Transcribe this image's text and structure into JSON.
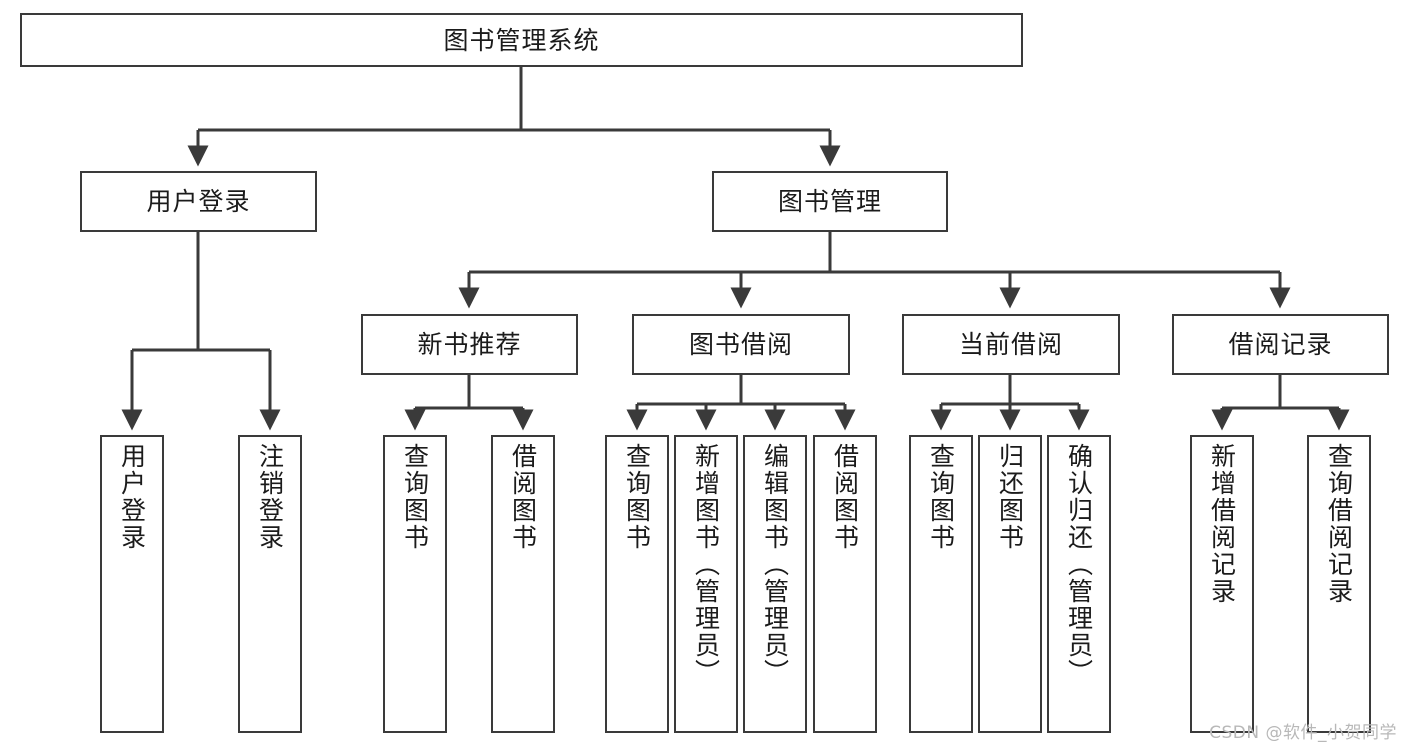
{
  "diagram": {
    "title": "图书管理系统",
    "type": "tree-hierarchy-diagram",
    "root": {
      "id": "root",
      "label": "图书管理系统"
    },
    "level2": [
      {
        "id": "user-login",
        "label": "用户登录"
      },
      {
        "id": "book-manage",
        "label": "图书管理"
      }
    ],
    "level3": [
      {
        "id": "new-book-rec",
        "label": "新书推荐"
      },
      {
        "id": "book-borrow",
        "label": "图书借阅"
      },
      {
        "id": "current-borrow",
        "label": "当前借阅"
      },
      {
        "id": "borrow-record",
        "label": "借阅记录"
      }
    ],
    "leaves": {
      "user_login": [
        {
          "id": "leaf-user-login",
          "label": "用户登录"
        },
        {
          "id": "leaf-logout-login",
          "label": "注销登录"
        }
      ],
      "new_book_rec": [
        {
          "id": "leaf-query-book-1",
          "label": "查询图书"
        },
        {
          "id": "leaf-borrow-book-1",
          "label": "借阅图书"
        }
      ],
      "book_borrow": [
        {
          "id": "leaf-query-book-2",
          "label": "查询图书"
        },
        {
          "id": "leaf-add-book",
          "label": "新增图书（管理员）"
        },
        {
          "id": "leaf-edit-book",
          "label": "编辑图书（管理员）"
        },
        {
          "id": "leaf-borrow-book-2",
          "label": "借阅图书"
        }
      ],
      "current_borrow": [
        {
          "id": "leaf-query-book-3",
          "label": "查询图书"
        },
        {
          "id": "leaf-return-book",
          "label": "归还图书"
        },
        {
          "id": "leaf-confirm-return",
          "label": "确认归还（管理员）"
        }
      ],
      "borrow_record": [
        {
          "id": "leaf-add-record",
          "label": "新增借阅记录"
        },
        {
          "id": "leaf-query-record",
          "label": "查询借阅记录"
        }
      ]
    }
  },
  "watermark": {
    "text": "CSDN @软件_小贺同学"
  },
  "colors": {
    "box_border": "#3a3a3a",
    "box_fill": "#ffffff",
    "text": "#1b1b1b",
    "edge": "#3a3a3a",
    "watermark": "#b8b8b8",
    "background": "#ffffff"
  }
}
